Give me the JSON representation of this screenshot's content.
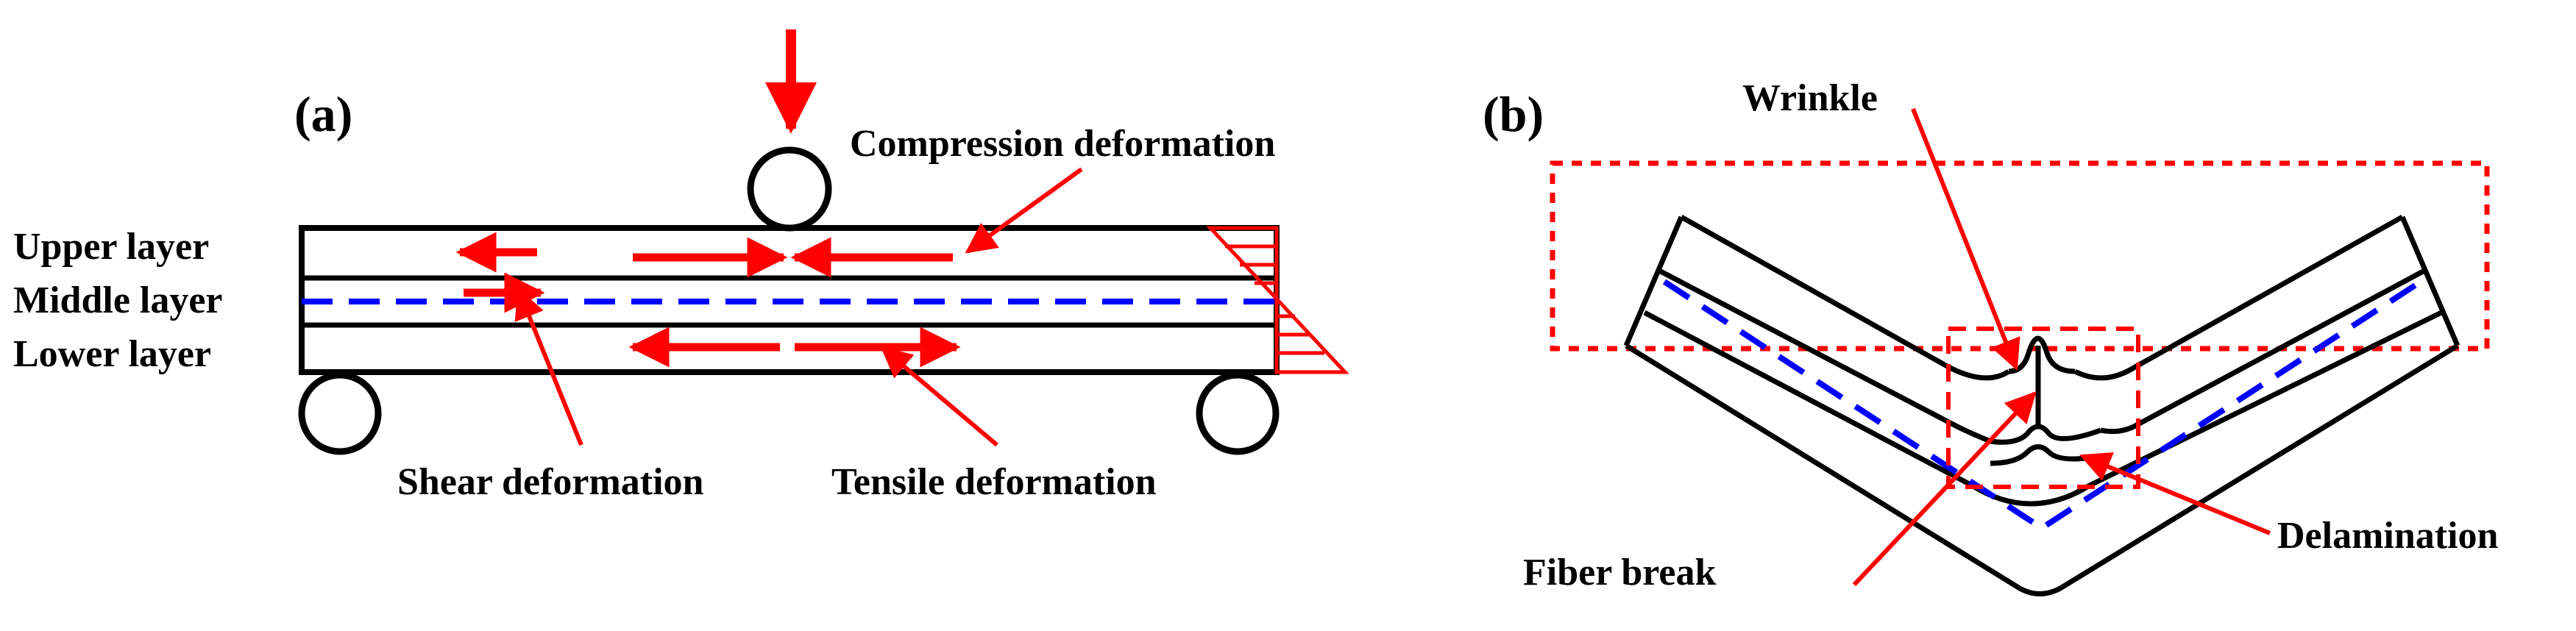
{
  "panel_a": {
    "label": "(a)",
    "layers": {
      "upper": "Upper layer",
      "middle": "Middle layer",
      "lower": "Lower layer"
    },
    "annotations": {
      "compression": "Compression deformation",
      "shear": "Shear deformation",
      "tensile": "Tensile deformation"
    }
  },
  "panel_b": {
    "label": "(b)",
    "annotations": {
      "wrinkle": "Wrinkle",
      "fiber_break": "Fiber break",
      "delamination": "Delamination"
    }
  },
  "colors": {
    "arrow": "#ff0000",
    "neutral_axis": "#0000ff",
    "outline": "#000000"
  }
}
